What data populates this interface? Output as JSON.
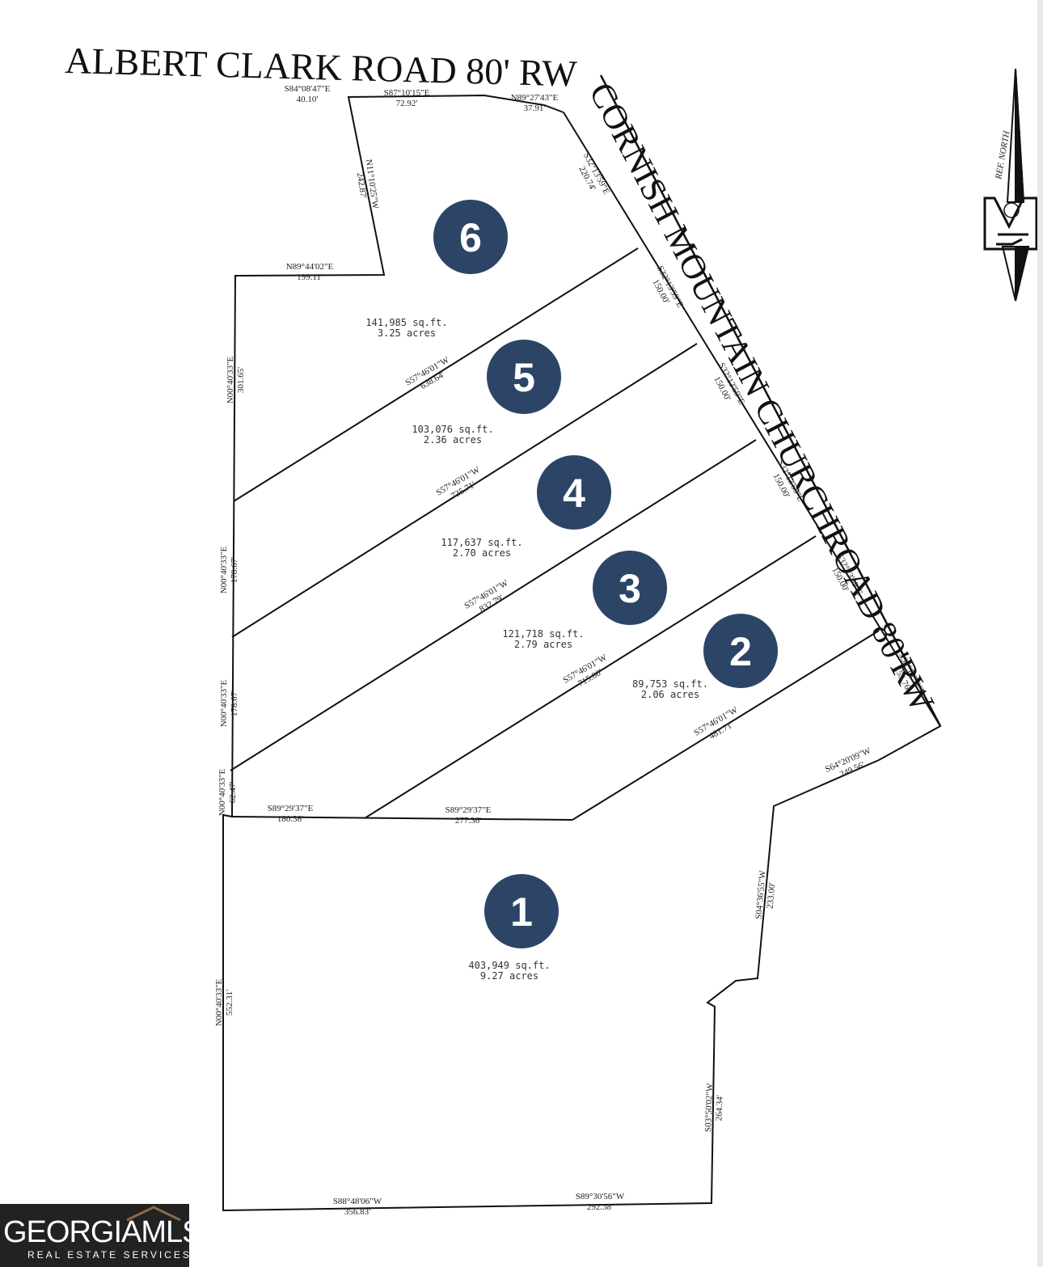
{
  "roads": {
    "albert_clark": "ALBERT CLARK ROAD 80' RW",
    "cornish_mountain": "CORNISH MOUNTAIN CHURCHROAD 80'RW"
  },
  "north_arrow": {
    "label": "REF. NORTH",
    "icon": "north-arrow-icon"
  },
  "lots": [
    {
      "number": "1",
      "sqft": "403,949 sq.ft.",
      "acres": "9.27 acres"
    },
    {
      "number": "2",
      "sqft": "89,753 sq.ft.",
      "acres": "2.06 acres"
    },
    {
      "number": "3",
      "sqft": "121,718 sq.ft.",
      "acres": "2.79 acres"
    },
    {
      "number": "4",
      "sqft": "117,637 sq.ft.",
      "acres": "2.70 acres"
    },
    {
      "number": "5",
      "sqft": "103,076 sq.ft.",
      "acres": "2.36 acres"
    },
    {
      "number": "6",
      "sqft": "141,985 sq.ft.",
      "acres": "3.25 acres"
    }
  ],
  "courses": [
    {
      "bearing": "S84°08'47\"E",
      "distance": "40.10'"
    },
    {
      "bearing": "S87°10'15\"E",
      "distance": "72.92'"
    },
    {
      "bearing": "N89°27'43\"E",
      "distance": "37.91'"
    },
    {
      "bearing": "S32°13'59\"E",
      "distance": "220.74'"
    },
    {
      "bearing": "N11°10'25\"W",
      "distance": "242.87'"
    },
    {
      "bearing": "N89°44'02\"E",
      "distance": "199.11'"
    },
    {
      "bearing": "N00°40'33\"E",
      "distance": "301.65'"
    },
    {
      "bearing": "S32°13'59\"E",
      "distance": "150.00'"
    },
    {
      "bearing": "S57°46'01\"W",
      "distance": "638.64'"
    },
    {
      "bearing": "S32°13'59\"E",
      "distance": "150.00'"
    },
    {
      "bearing": "S57°46'01\"W",
      "distance": "735.71'"
    },
    {
      "bearing": "S32°13'59\"E",
      "distance": "150.00'"
    },
    {
      "bearing": "N00°40'33\"E",
      "distance": "178.67'"
    },
    {
      "bearing": "S57°46'01\"W",
      "distance": "832.79'"
    },
    {
      "bearing": "S32°13'59\"E",
      "distance": "150.00'"
    },
    {
      "bearing": "N00°40'33\"E",
      "distance": "178.67'"
    },
    {
      "bearing": "S57°46'01\"W",
      "distance": "715.00'"
    },
    {
      "bearing": "S32°13'59\"E",
      "distance": "155.76'"
    },
    {
      "bearing": "S57°46'01\"W",
      "distance": "481.71'"
    },
    {
      "bearing": "N00°40'33\"E",
      "distance": "62.47'"
    },
    {
      "bearing": "S64°20'09\"W",
      "distance": "249.56'"
    },
    {
      "bearing": "S89°29'37\"E",
      "distance": "180.38'"
    },
    {
      "bearing": "S89°29'37\"E",
      "distance": "277.36'"
    },
    {
      "bearing": "S04°36'55\"W",
      "distance": "233.00'"
    },
    {
      "bearing": "N00°40'33\"E",
      "distance": "552.31'"
    },
    {
      "bearing": "S03°50'02\"W",
      "distance": "264.34'"
    },
    {
      "bearing": "S88°48'06\"W",
      "distance": "356.83'"
    },
    {
      "bearing": "S89°30'56\"W",
      "distance": "292.38'"
    }
  ],
  "colors": {
    "badge": "#2c4566",
    "line": "#111111",
    "logo_bg": "#222222"
  },
  "logo": {
    "main": "GEORGIAMLS",
    "sub": "REAL ESTATE SERVICES"
  }
}
